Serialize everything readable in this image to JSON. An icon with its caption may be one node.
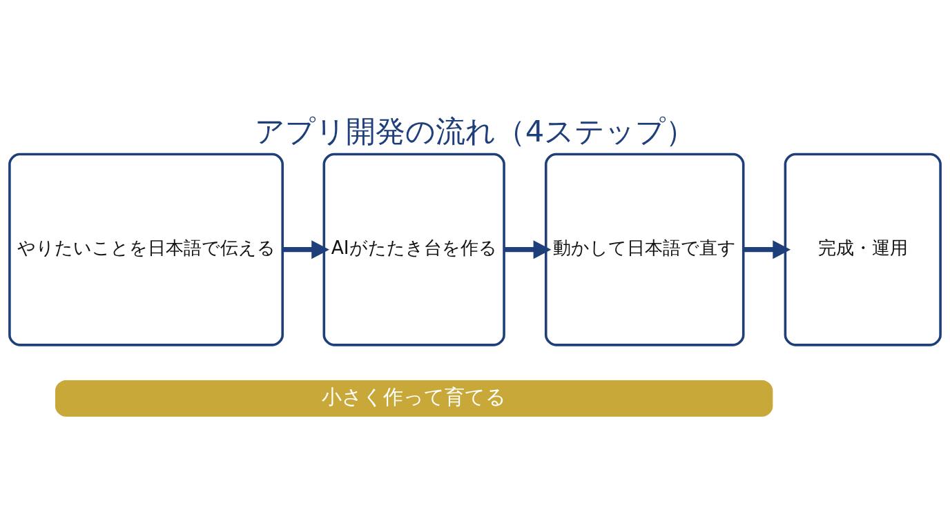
{
  "diagram": {
    "title": "アプリ開発の流れ（4ステップ）",
    "nodes": [
      {
        "text": [
          "やりたいことを日本語で伝える"
        ]
      },
      {
        "text": [
          "AIがたたき台を作る"
        ]
      },
      {
        "text": [
          "動かして日本語で直す"
        ]
      },
      {
        "text": [
          "完成・運用"
        ]
      },
      {
        "text": [
          "小さく作って育てる"
        ]
      }
    ],
    "edges": [
      {
        "from": 0,
        "to": 1,
        "arrow": "to"
      },
      {
        "from": 1,
        "to": 2,
        "arrow": "to"
      },
      {
        "from": 2,
        "to": 3,
        "arrow": "to"
      }
    ]
  }
}
